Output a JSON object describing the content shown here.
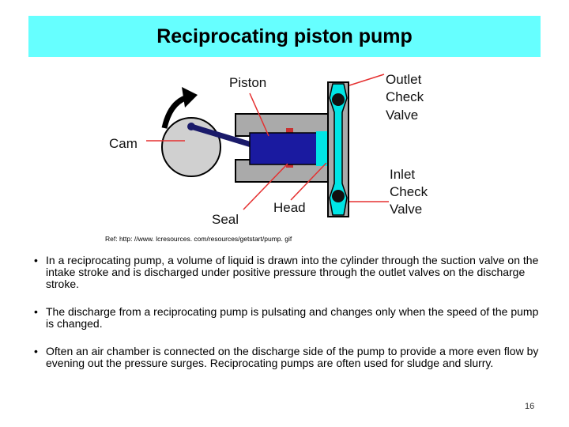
{
  "slide": {
    "title": "Reciprocating piston pump",
    "page_number": "16",
    "colors": {
      "title_bg": "#66ffff",
      "head": "#00e5e5",
      "piston": "#1a1aa0",
      "arrow": "#e53030",
      "body": "#aaaaaa"
    }
  },
  "diagram": {
    "labels": {
      "piston": "Piston",
      "cam": "Cam",
      "seal": "Seal",
      "head": "Head",
      "outlet_1": "Outlet",
      "outlet_2": "Check",
      "outlet_3": "Valve",
      "inlet_1": "Inlet",
      "inlet_2": "Check",
      "inlet_3": "Valve"
    }
  },
  "reference": "Ref: http: //www. lcresources. com/resources/getstart/pump. gif",
  "bullets": [
    {
      "marker": "•",
      "text": "In a reciprocating pump, a volume of liquid is drawn into the cylinder through the suction valve on the intake stroke and is discharged under positive pressure through the outlet valves on the discharge stroke."
    },
    {
      "marker": "•",
      "text": "The discharge from a reciprocating pump is pulsating and changes only when the speed of the pump is changed."
    },
    {
      "marker": "•",
      "text": "Often an air chamber is connected on the discharge side of the pump to provide a more even flow by evening out the pressure surges. Reciprocating pumps are often used for sludge and slurry."
    }
  ]
}
